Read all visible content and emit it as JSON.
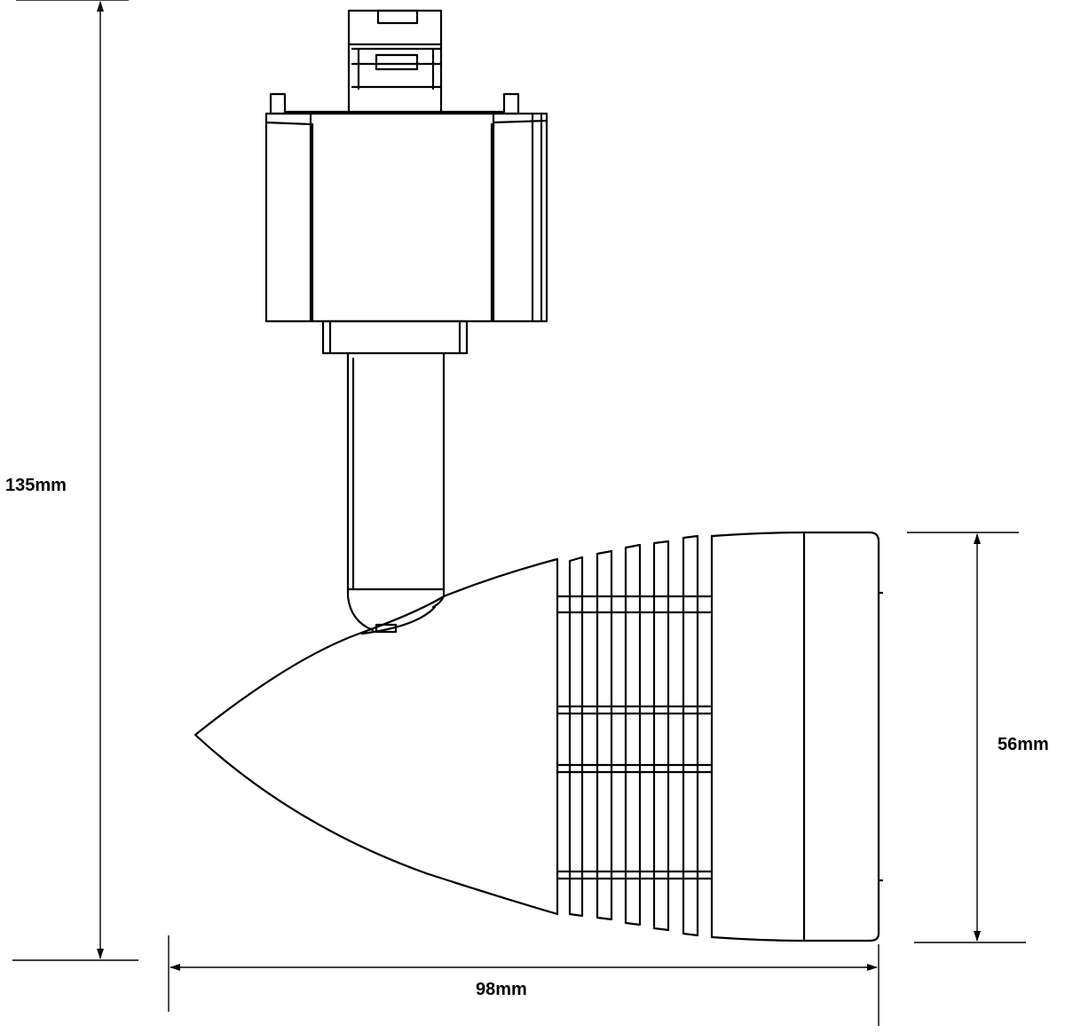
{
  "drawing": {
    "colors": {
      "line": "#000000",
      "background": "#ffffff"
    },
    "dimensions": {
      "overall_height": "135mm",
      "overall_width": "98mm",
      "head_diameter": "56mm"
    }
  }
}
